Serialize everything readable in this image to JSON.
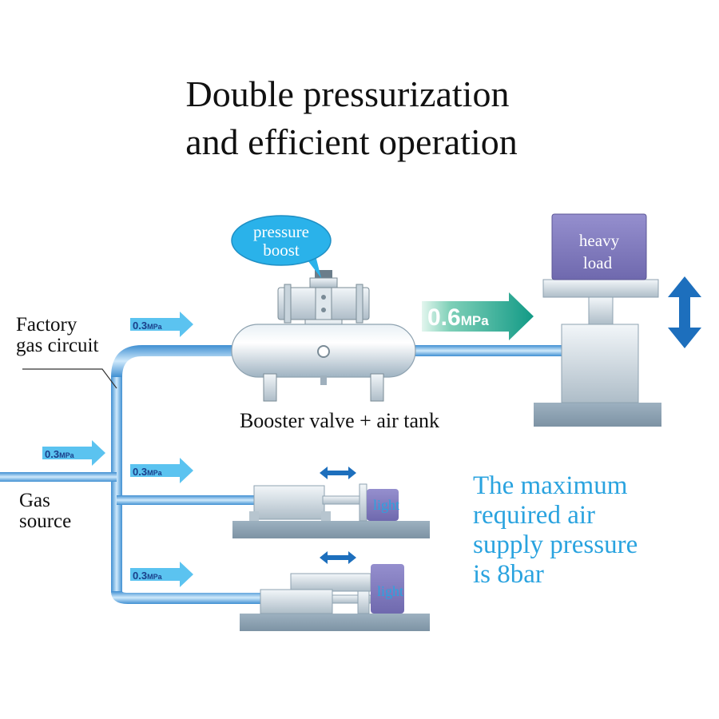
{
  "title": {
    "line1": "Double pressurization",
    "line2": "and efficient operation"
  },
  "labels": {
    "factory_line1": "Factory",
    "factory_line2": "gas circuit",
    "gas_line1": "Gas",
    "gas_line2": "source",
    "booster": "Booster valve + air tank",
    "pressure_boost_line1": "pressure",
    "pressure_boost_line2": "boost",
    "heavy_line1": "heavy",
    "heavy_line2": "load",
    "light_1": "light",
    "light_2": "light"
  },
  "pressure_tags": {
    "input_value": "0.3",
    "input_unit": "MPa",
    "output_value": "0.6",
    "output_unit": "MPa"
  },
  "note": {
    "line1": "The maximum",
    "line2": "required air",
    "line3": "supply pressure",
    "line4": "is 8bar"
  },
  "colors": {
    "pipe": "#5aa9e6",
    "tag_bg": "#5bc3f0",
    "output_arrow": "#1fa08f",
    "load_box": "#8a84c4",
    "bubble": "#2ab2ea",
    "note_text": "#2aa3df",
    "updown_arrow": "#1d6fbd"
  }
}
